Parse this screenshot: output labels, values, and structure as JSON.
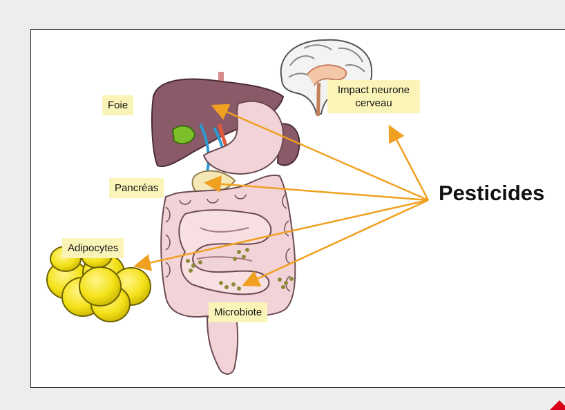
{
  "labels": {
    "foie": "Foie",
    "cerveau": "Impact neurone cerveau",
    "pancreas": "Pancréas",
    "adipocytes": "Adipocytes",
    "microbiote": "Microbiote"
  },
  "center_label": "Pesticides",
  "colors": {
    "arrow": "#f0a020",
    "label_bg": "#fbf4b8",
    "fat_cells": "#f4e21a",
    "liver": "#8a5a68",
    "intestine": "#f2d4d8",
    "brand_corner": "#d9001a"
  },
  "icons": [
    "brain-illustration",
    "digestive-system-illustration",
    "fat-cells-illustration"
  ]
}
